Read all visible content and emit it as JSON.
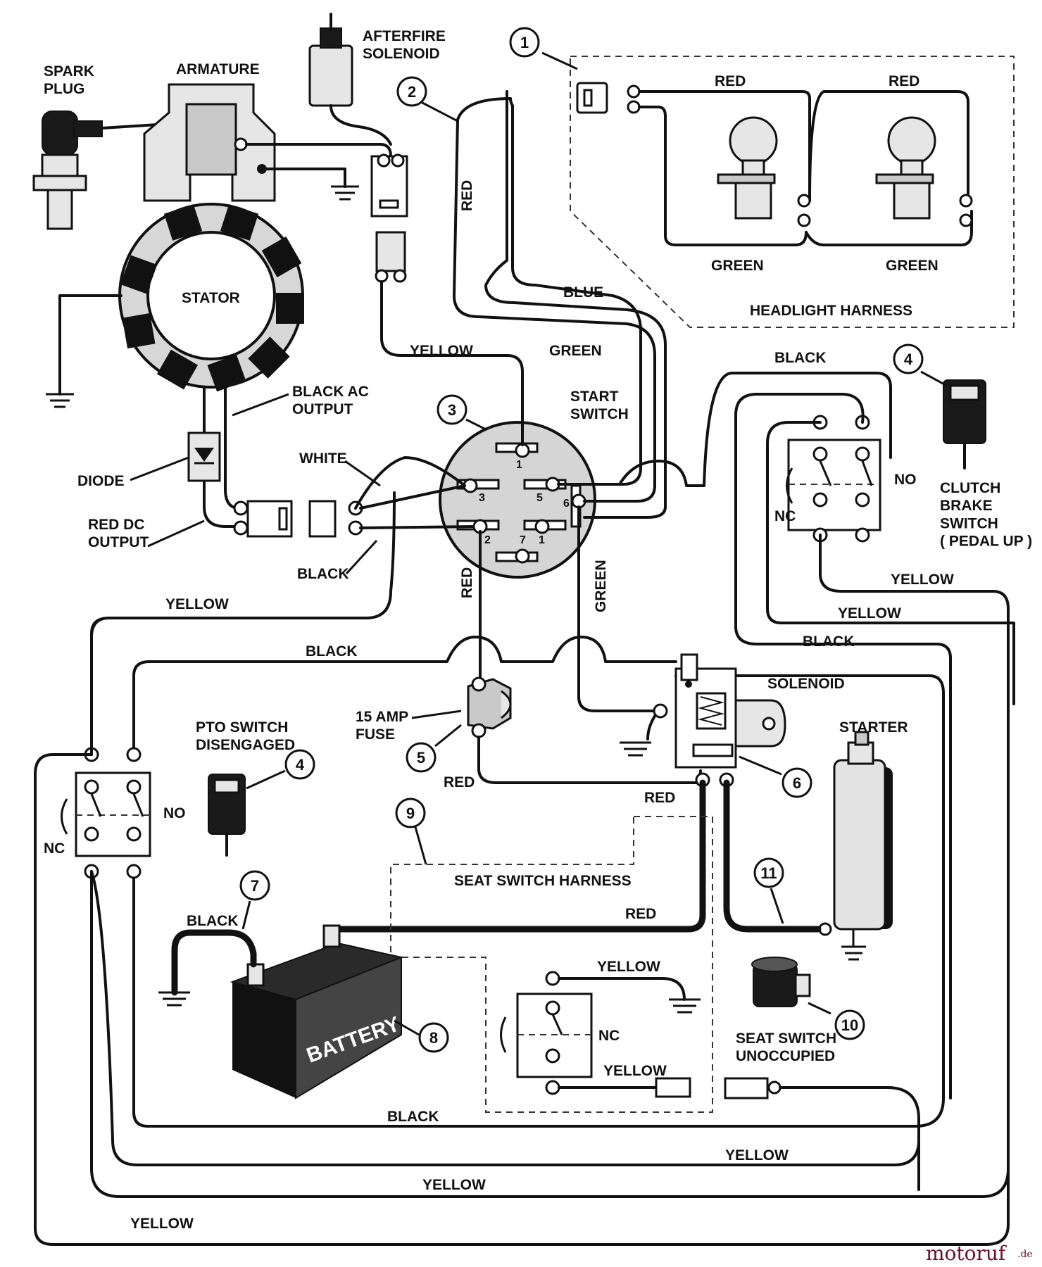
{
  "components": {
    "spark_plug": "SPARK\nPLUG",
    "armature": "ARMATURE",
    "afterfire_solenoid": "AFTERFIRE\nSOLENOID",
    "stator": "STATOR",
    "diode": "DIODE",
    "black_ac_output": "BLACK AC\nOUTPUT",
    "red_dc_output": "RED DC\nOUTPUT",
    "start_switch": "START\nSWITCH",
    "headlight_harness": "HEADLIGHT HARNESS",
    "clutch_brake_switch": "CLUTCH\nBRAKE\nSWITCH\n( PEDAL UP )",
    "pto_switch": "PTO SWITCH\nDISENGAGED",
    "fuse": "15 AMP\nFUSE",
    "solenoid": "SOLENOID",
    "starter": "STARTER",
    "seat_switch_harness": "SEAT SWITCH HARNESS",
    "seat_switch": "SEAT SWITCH\nUNOCCUPIED",
    "battery": "BATTERY"
  },
  "callouts": [
    "1",
    "2",
    "3",
    "4",
    "4",
    "5",
    "6",
    "7",
    "8",
    "9",
    "10",
    "11"
  ],
  "switch_terminals": [
    "1",
    "2",
    "3",
    "5",
    "6",
    "7"
  ],
  "wire_labels": {
    "red_harness_1": "RED",
    "red_harness_2": "RED",
    "green_harness_1": "GREEN",
    "green_harness_2": "GREEN",
    "red_vertical": "RED",
    "blue": "BLUE",
    "yellow_top": "YELLOW",
    "green_top": "GREEN",
    "black_top": "BLACK",
    "white": "WHITE",
    "black_switch": "BLACK",
    "yellow_left": "YELLOW",
    "red_switch": "RED",
    "green_switch": "GREEN",
    "black_mid": "BLACK",
    "yellow_clutch_1": "YELLOW",
    "yellow_clutch_2": "YELLOW",
    "black_right": "BLACK",
    "red_fuse": "RED",
    "red_solenoid": "RED",
    "red_battery": "RED",
    "black_battery": "BLACK",
    "yellow_seat_1": "YELLOW",
    "yellow_seat_2": "YELLOW",
    "black_bottom": "BLACK",
    "yellow_bottom_1": "YELLOW",
    "yellow_bottom_2": "YELLOW",
    "yellow_bottom_3": "YELLOW"
  },
  "switch_states": {
    "no": "NO",
    "nc": "NC"
  },
  "watermark": {
    "brand": "motoruf",
    "tld": ".de"
  }
}
